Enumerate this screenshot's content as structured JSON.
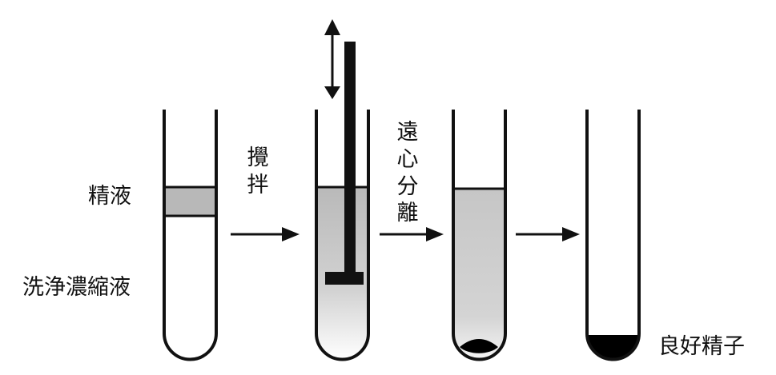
{
  "labels": {
    "semen": "精液",
    "wash_medium": "洗浄濃縮液",
    "good_sperm": "良好精子"
  },
  "steps": {
    "stir": [
      "攪",
      "拌"
    ],
    "centrifuge": [
      "遠",
      "心",
      "分",
      "離"
    ]
  },
  "tubes": [
    {
      "name": "tube-semen-layered"
    },
    {
      "name": "tube-stirring"
    },
    {
      "name": "tube-centrifuge"
    },
    {
      "name": "tube-good-sperm"
    }
  ],
  "colors": {
    "outline": "#111111",
    "semen_layer": "#b8b8b8",
    "mixed_fluid": "#c8c8c8",
    "pellet": "#000000"
  }
}
